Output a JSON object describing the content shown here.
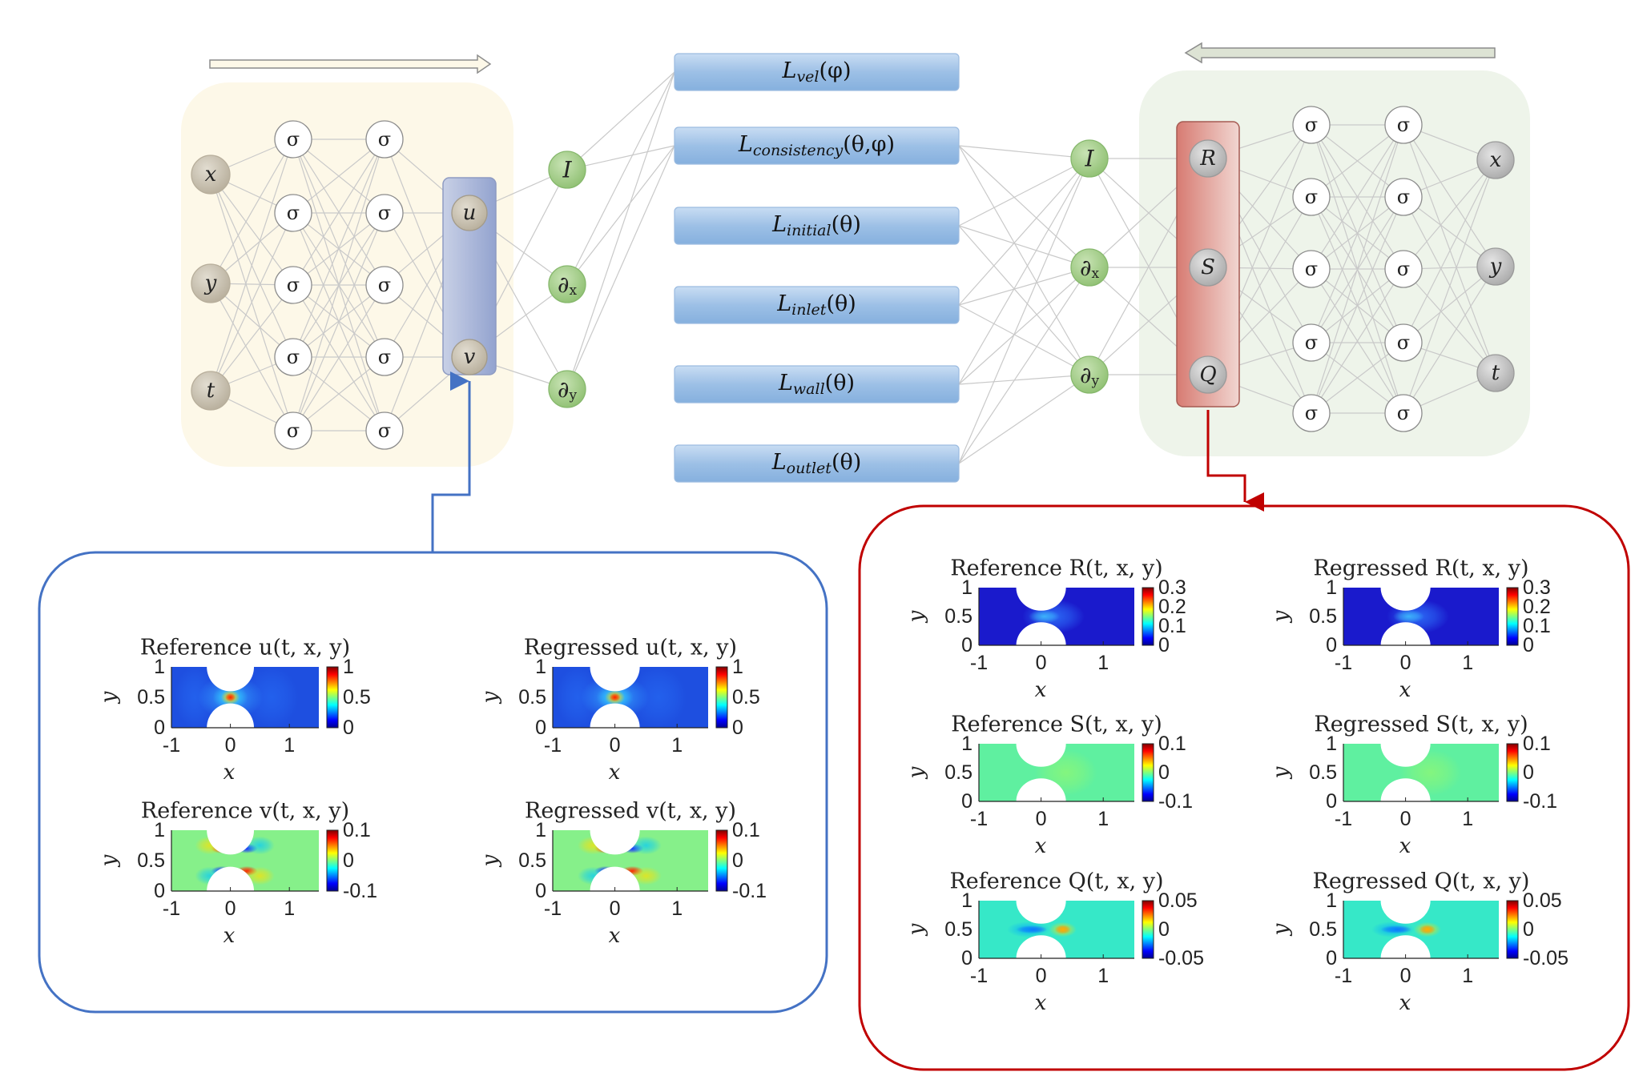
{
  "left_network": {
    "inputs": [
      "x",
      "y",
      "t"
    ],
    "activation": "σ",
    "outputs": [
      "u",
      "v"
    ]
  },
  "left_operators": [
    "I",
    "∂x",
    "∂y"
  ],
  "losses": [
    {
      "base": "L",
      "sub": "vel",
      "arg": "(φ)"
    },
    {
      "base": "L",
      "sub": "consistency",
      "arg": "(θ,φ)"
    },
    {
      "base": "L",
      "sub": "initial",
      "arg": "(θ)"
    },
    {
      "base": "L",
      "sub": "inlet",
      "arg": "(θ)"
    },
    {
      "base": "L",
      "sub": "wall",
      "arg": "(θ)"
    },
    {
      "base": "L",
      "sub": "outlet",
      "arg": "(θ)"
    }
  ],
  "right_operators": [
    "I",
    "∂x",
    "∂y"
  ],
  "right_network": {
    "outputs": [
      "R",
      "S",
      "Q"
    ],
    "activation": "σ",
    "inputs": [
      "x",
      "y",
      "t"
    ]
  },
  "left_panel": {
    "plots": [
      {
        "title": "Reference u(t, x, y)",
        "field": "u",
        "cbar": [
          "1",
          "0.5",
          "0"
        ]
      },
      {
        "title": "Regressed u(t, x, y)",
        "field": "u",
        "cbar": [
          "1",
          "0.5",
          "0"
        ]
      },
      {
        "title": "Reference v(t, x, y)",
        "field": "v",
        "cbar": [
          "0.1",
          "0",
          "-0.1"
        ]
      },
      {
        "title": "Regressed v(t, x, y)",
        "field": "v",
        "cbar": [
          "0.1",
          "0",
          "-0.1"
        ]
      }
    ]
  },
  "right_panel": {
    "plots": [
      {
        "title": "Reference R(t, x, y)",
        "field": "R",
        "cbar": [
          "0.3",
          "0.2",
          "0.1",
          "0"
        ]
      },
      {
        "title": "Regressed R(t, x, y)",
        "field": "R",
        "cbar": [
          "0.3",
          "0.2",
          "0.1",
          "0"
        ]
      },
      {
        "title": "Reference S(t, x, y)",
        "field": "S",
        "cbar": [
          "0.1",
          "0",
          "-0.1"
        ]
      },
      {
        "title": "Regressed S(t, x, y)",
        "field": "S",
        "cbar": [
          "0.1",
          "0",
          "-0.1"
        ]
      },
      {
        "title": "Reference Q(t, x, y)",
        "field": "Q",
        "cbar": [
          "0.05",
          "0",
          "-0.05"
        ]
      },
      {
        "title": "Regressed Q(t, x, y)",
        "field": "Q",
        "cbar": [
          "0.05",
          "0",
          "-0.05"
        ]
      }
    ]
  },
  "axes": {
    "xlabel": "x",
    "ylabel": "y",
    "xticks": [
      "-1",
      "0",
      "1"
    ],
    "yticks": [
      "1",
      "0.5",
      "0"
    ]
  },
  "colors": {
    "left_bg": "#fdf8e8",
    "right_bg": "#eef4ea",
    "left_output_box": "#a9b6d8",
    "right_output_box": "#d98a80",
    "loss_box": "#9dc0e6",
    "operator_node": "#a8d08d",
    "input_node": "#c8c2b4",
    "left_panel_border": "#4472c4",
    "right_panel_border": "#c00000"
  }
}
